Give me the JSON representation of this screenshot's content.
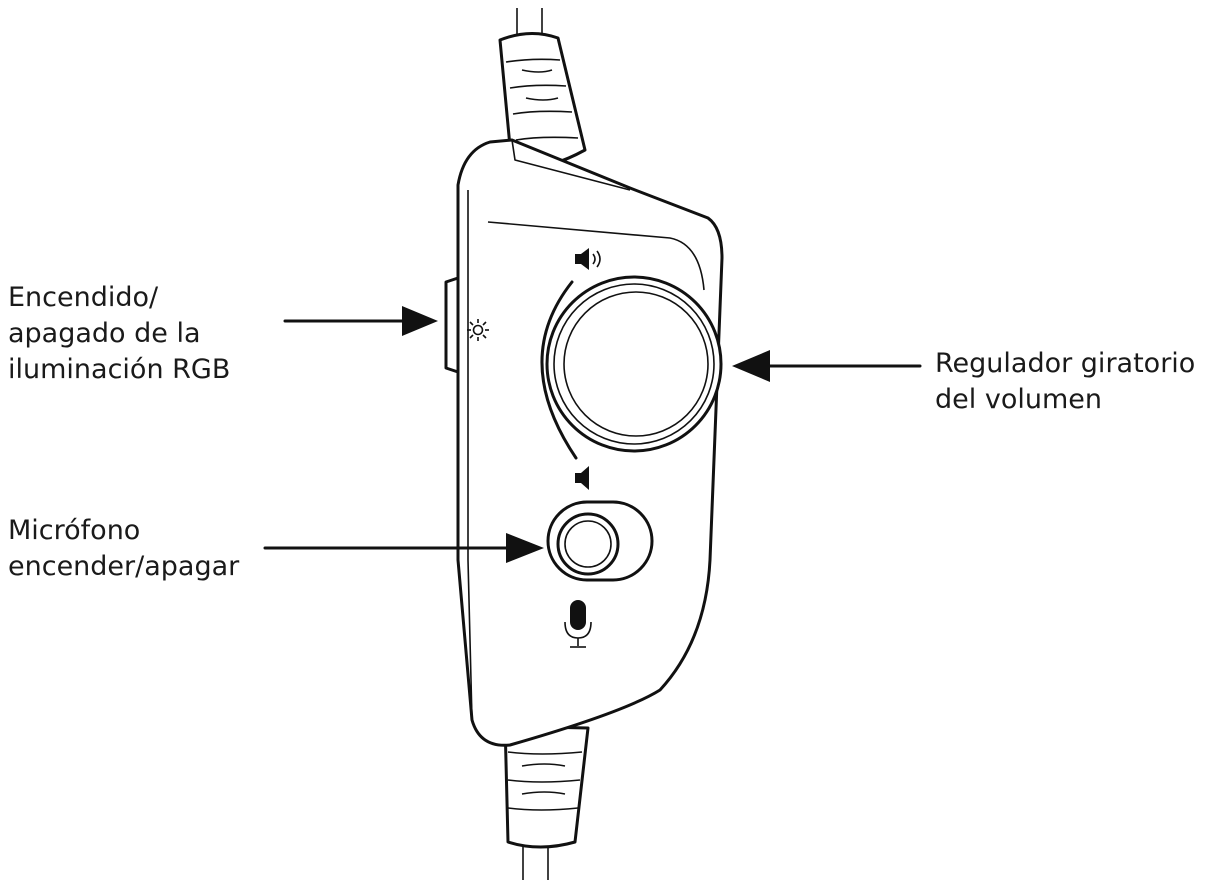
{
  "labels": {
    "rgb_toggle": [
      "Encendido/",
      "apagado de la",
      "iluminación RGB"
    ],
    "volume_dial": [
      "Regulador giratorio",
      "del volumen"
    ],
    "mic_toggle": [
      "Micrófono",
      "encender/apagar"
    ]
  },
  "icons": {
    "rgb": "sun-icon",
    "volume_up": "speaker-loud-icon",
    "volume_down": "speaker-quiet-icon",
    "mic": "microphone-icon"
  },
  "colors": {
    "ink": "#111111",
    "background": "#ffffff"
  }
}
